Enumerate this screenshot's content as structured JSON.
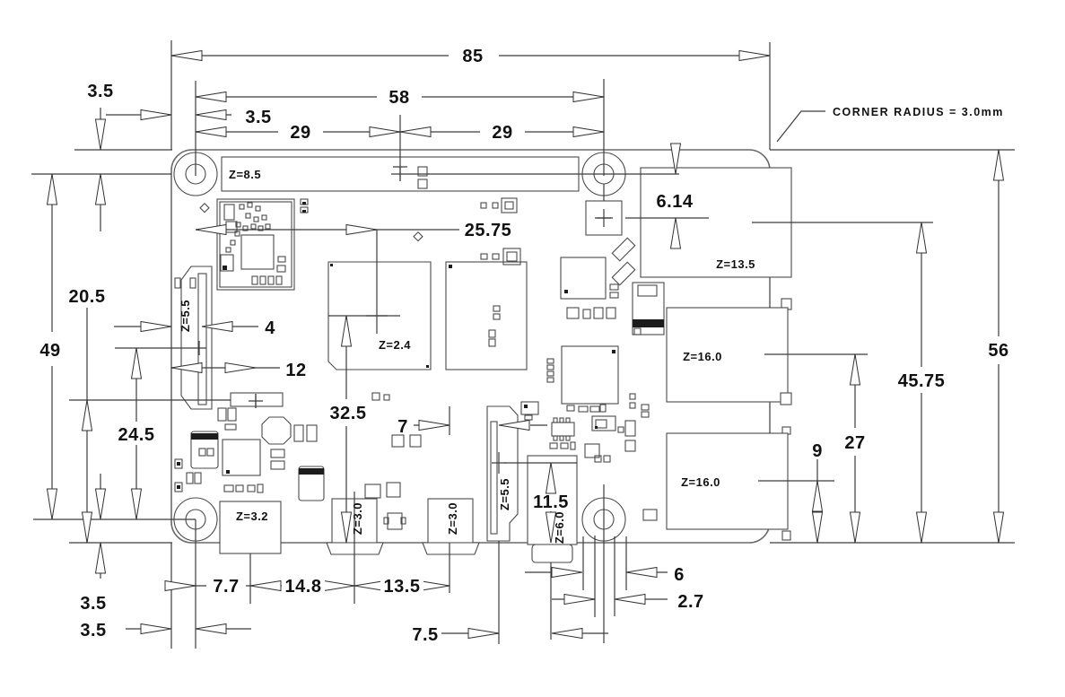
{
  "drawing": {
    "note_corner_radius": "CORNER RADIUS = 3.0mm",
    "dims": {
      "overall_width": "85",
      "hole_pitch_x": "58",
      "hole_span_left": "29",
      "hole_span_right": "29",
      "top_edge_to_hole": "3.5",
      "left_edge_to_hole": "3.5",
      "hole_to_poe_header": "6.14",
      "overall_height": "56",
      "ethernet_center_height": "45.75",
      "usb_upper_center_height": "27",
      "usb_lower_center_height": "9",
      "hole_to_soc_center": "25.75",
      "sd_center_to_bottom_edge": "20.5",
      "hole_pitch_y": "49",
      "edge_to_dsi_slot": "4",
      "edge_to_sd_center": "12",
      "dsi_center_to_hole": "24.5",
      "soc_center_height": "32.5",
      "hdmi_to_csi_gap": "7",
      "csi_center_height": "11.5",
      "bottom_edge_to_hole": "3.5",
      "left_edge_to_hole_bottom": "3.5",
      "hole_to_power_center": "7.7",
      "power_to_hdmi_center": "14.8",
      "hdmi_to_csi_center": "13.5",
      "csi_to_audio_center": "7.5",
      "pad_diameter": "6",
      "hole_diameter": "2.7"
    },
    "heights": {
      "gpio_header": "Z=8.5",
      "ethernet": "Z=13.5",
      "usb_upper": "Z=16.0",
      "usb_lower": "Z=16.0",
      "soc": "Z=2.4",
      "dsi": "Z=5.5",
      "csi": "Z=5.5",
      "power": "Z=3.2",
      "hdmi": "Z=3.0",
      "composite": "Z=3.0",
      "audio": "Z=6.0"
    }
  }
}
